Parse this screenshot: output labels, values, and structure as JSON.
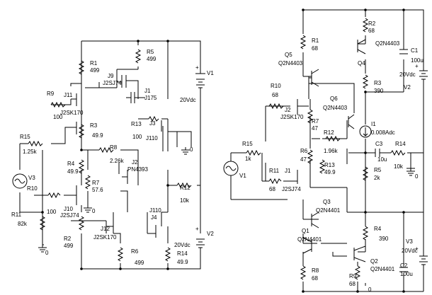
{
  "left": {
    "R1": {
      "ref": "R1",
      "val": "499"
    },
    "R5": {
      "ref": "R5",
      "val": "499"
    },
    "J9": {
      "ref": "J9",
      "val": "J2SJ74"
    },
    "J1": {
      "ref": "J1",
      "val": "J175"
    },
    "R9": {
      "ref": "R9",
      "val": "100"
    },
    "J11": {
      "ref": "J11",
      "val": "J2SK170"
    },
    "V1": {
      "ref": "V1",
      "val": "20Vdc",
      "plus": "+"
    },
    "R3": {
      "ref": "R3",
      "val": "49.9"
    },
    "R13": {
      "ref": "R13",
      "val": "100"
    },
    "J3": {
      "ref": "J3",
      "val": "J110"
    },
    "R15": {
      "ref": "R15",
      "val": "1.25k"
    },
    "R8": {
      "ref": "R8",
      "val": "2.26k"
    },
    "R4": {
      "ref": "R4",
      "val": "49.9"
    },
    "R7": {
      "ref": "R7",
      "val": "57.6"
    },
    "J2": {
      "ref": "J2",
      "val": "PN4393"
    },
    "V3": {
      "ref": "V3"
    },
    "R10": {
      "ref": "R10",
      "val": "100"
    },
    "R12": {
      "ref": "R12",
      "val": "10k"
    },
    "R11": {
      "ref": "R11",
      "val": "82k"
    },
    "J10": {
      "ref": "J10",
      "val": "J2SJ74"
    },
    "J4": {
      "ref": "J4",
      "val": "J110"
    },
    "J12": {
      "ref": "J12",
      "val": "J2SK170"
    },
    "R2": {
      "ref": "R2",
      "val": "499"
    },
    "R6": {
      "ref": "R6",
      "val": "499"
    },
    "V2": {
      "ref": "V2",
      "val": "20Vdc",
      "plus": "+"
    },
    "R14": {
      "ref": "R14",
      "val": "49.9"
    },
    "gnd1": "0",
    "gnd2": "0",
    "gnd3": "0"
  },
  "right": {
    "R2": {
      "ref": "R2",
      "val": "68"
    },
    "R1": {
      "ref": "R1",
      "val": "68"
    },
    "Q5": {
      "ref": "Q5",
      "val": "Q2N4403"
    },
    "Q4": {
      "ref": "Q4",
      "val": "Q2N4403"
    },
    "C1": {
      "ref": "C1",
      "val": "100u"
    },
    "V2": {
      "ref": "V2",
      "val": "20Vdc",
      "plus": "+"
    },
    "R3": {
      "ref": "R3",
      "val": "390"
    },
    "R10": {
      "ref": "R10",
      "val": "68"
    },
    "J2": {
      "ref": "J2",
      "val": "J2SK170"
    },
    "Q6": {
      "ref": "Q6",
      "val": "Q2N4403"
    },
    "R7": {
      "ref": "R7",
      "val": "47"
    },
    "I1": {
      "ref": "I1",
      "val": "0.008Adc"
    },
    "R12": {
      "ref": "R12",
      "val": "1.96k"
    },
    "R15": {
      "ref": "R15",
      "val": "1k"
    },
    "V1": {
      "ref": "V1"
    },
    "R6": {
      "ref": "R6",
      "val": "47"
    },
    "C3": {
      "ref": "C3",
      "val": "10u"
    },
    "R14": {
      "ref": "R14",
      "val": "10k"
    },
    "R13": {
      "ref": "R13",
      "val": "49.9"
    },
    "R5": {
      "ref": "R5",
      "val": "2k"
    },
    "R11": {
      "ref": "R11",
      "val": "68"
    },
    "J1": {
      "ref": "J1",
      "val": "J2SJ74"
    },
    "Q3": {
      "ref": "Q3",
      "val": "Q2N4401"
    },
    "R4": {
      "ref": "R4",
      "val": "390"
    },
    "Q1": {
      "ref": "Q1",
      "val": "Q2N4401"
    },
    "V3": {
      "ref": "V3",
      "val": "20Vdc",
      "plus": "+"
    },
    "Q2": {
      "ref": "Q2",
      "val": "Q2N4401"
    },
    "C2": {
      "ref": "C2",
      "val": "100u"
    },
    "R8": {
      "ref": "R8",
      "val": "68"
    },
    "R9": {
      "ref": "R9",
      "val": "68"
    },
    "gnd1": "0",
    "gnd2": "0"
  }
}
